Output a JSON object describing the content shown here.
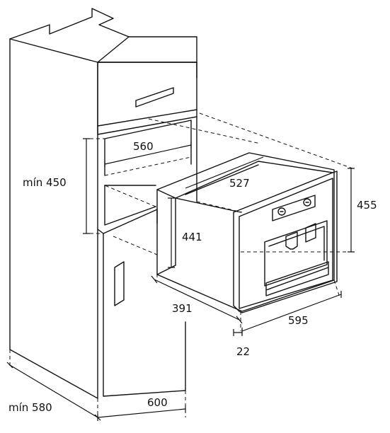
{
  "colors": {
    "line": "#111111",
    "background": "#ffffff"
  },
  "dimensions": {
    "cabinet_depth": "mín 580",
    "cabinet_width": "600",
    "niche_height": "mín 450",
    "niche_width": "560",
    "appliance_depth": "527",
    "appliance_height": "441",
    "appliance_body_width": "391",
    "front_panel_width": "595",
    "front_panel_height": "455",
    "front_panel_thickness": "22"
  }
}
